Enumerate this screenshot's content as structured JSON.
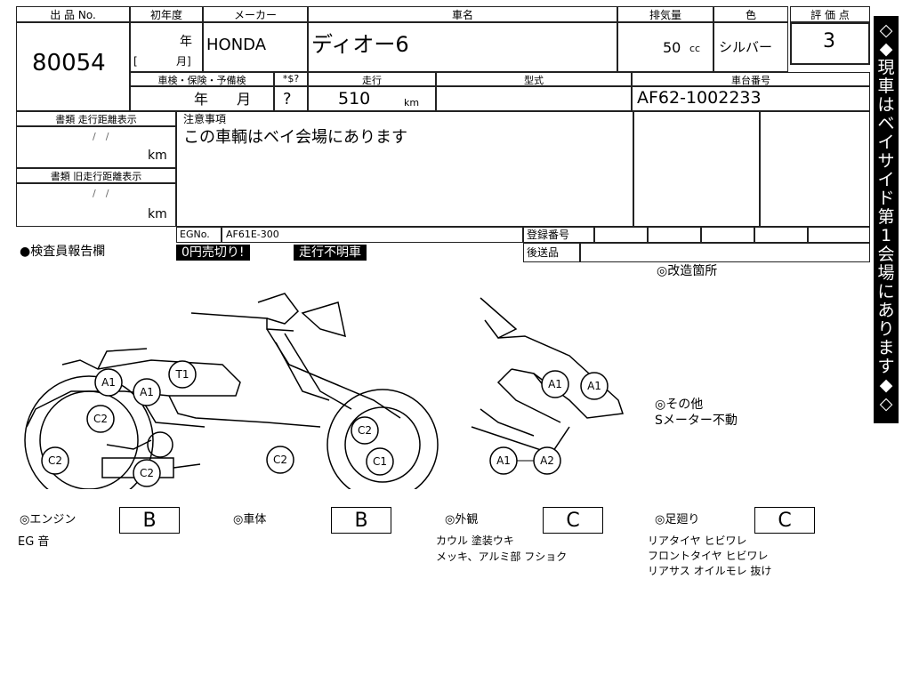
{
  "header": {
    "lot_label": "出 品 No.",
    "year_label": "初年度",
    "maker_label": "メーカー",
    "model_label": "車名",
    "displacement_label": "排気量",
    "color_label": "色",
    "grade_label": "評 価 点"
  },
  "lot_number": "80054",
  "year_unit": "年",
  "month_bracket": "[",
  "month_unit": "月]",
  "maker": "HONDA",
  "model": "ディオー6",
  "displacement": "50",
  "displacement_unit": "cc",
  "color": "シルバー",
  "grade": "3",
  "row2": {
    "inspection_label": "車検・保険・予備検",
    "tax_label": "*$?",
    "mileage_label": "走行",
    "type_label": "型式",
    "frame_label": "車台番号",
    "ym": "年　　月",
    "q": "?",
    "mileage": "510",
    "mileage_unit": "km",
    "frame": "AF62-1002233"
  },
  "docs": {
    "label1": "書類 走行距離表示",
    "label2": "書類 旧走行距離表示",
    "slashes": "/　/",
    "unit": "km"
  },
  "notes": {
    "label": "注意事項",
    "text": "この車輌はベイ会場にあります"
  },
  "eg": {
    "label": "EGNo.",
    "value": "AF61E-300",
    "reg_label": "登録番号",
    "ship_label": "後送品"
  },
  "inspector_label": "●検査員報告欄",
  "tags": [
    "0円売切り!",
    "走行不明車"
  ],
  "mod_label": "◎改造箇所",
  "other_label": "◎その他",
  "other_text": "Sメーター不動",
  "side_banner": [
    "◇",
    "◆",
    "現",
    "車",
    "は",
    "ベ",
    "イ",
    "サ",
    "イ",
    "ド",
    "第",
    "1",
    "会",
    "場",
    "に",
    "あ",
    "り",
    "ま",
    "す",
    "◆",
    "◇"
  ],
  "diagram_marks": {
    "a1": "A1",
    "a2": "A2",
    "t1": "T1",
    "c1": "C1",
    "c2": "C2"
  },
  "grades": {
    "engine_label": "◎エンジン",
    "engine": "B",
    "body_label": "◎車体",
    "body": "B",
    "exterior_label": "◎外観",
    "exterior": "C",
    "suspension_label": "◎足廻り",
    "suspension": "C"
  },
  "engine_notes": [
    "EG 音"
  ],
  "exterior_notes": [
    "カウル 塗装ウキ",
    "メッキ、アルミ部 フショク"
  ],
  "suspension_notes": [
    "リアタイヤ ヒビワレ",
    "フロントタイヤ ヒビワレ",
    "リアサス オイルモレ 抜け"
  ]
}
